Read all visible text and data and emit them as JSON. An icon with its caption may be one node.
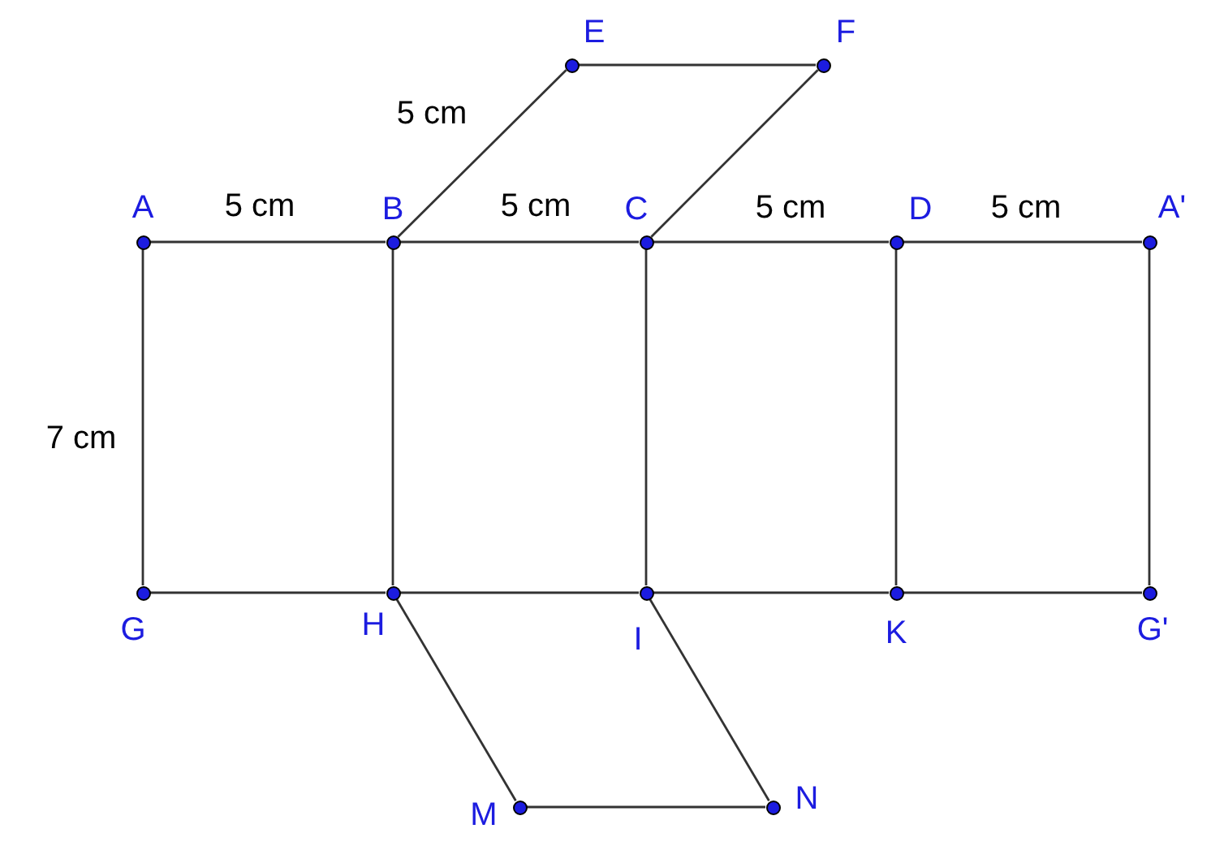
{
  "diagram": {
    "nodes": [
      {
        "text": [
          "A"
        ]
      },
      {
        "text": [
          "B"
        ]
      },
      {
        "text": [
          "C"
        ]
      },
      {
        "text": [
          "D"
        ]
      },
      {
        "text": [
          "A'"
        ]
      },
      {
        "text": [
          "E"
        ]
      },
      {
        "text": [
          "F"
        ]
      },
      {
        "text": [
          "G"
        ]
      },
      {
        "text": [
          "H"
        ]
      },
      {
        "text": [
          "I"
        ]
      },
      {
        "text": [
          "K"
        ]
      },
      {
        "text": [
          "G'"
        ]
      },
      {
        "text": [
          "M"
        ]
      },
      {
        "text": [
          "N"
        ]
      }
    ],
    "edges": [
      {
        "from": 0,
        "to": 1,
        "arrow": "none",
        "label": "5 cm"
      },
      {
        "from": 1,
        "to": 2,
        "arrow": "none",
        "label": "5 cm"
      },
      {
        "from": 2,
        "to": 3,
        "arrow": "none",
        "label": "5 cm"
      },
      {
        "from": 3,
        "to": 4,
        "arrow": "none",
        "label": "5 cm"
      },
      {
        "from": 1,
        "to": 5,
        "arrow": "none",
        "label": "5 cm"
      },
      {
        "from": 5,
        "to": 6,
        "arrow": "none"
      },
      {
        "from": 6,
        "to": 2,
        "arrow": "none"
      },
      {
        "from": 0,
        "to": 7,
        "arrow": "none",
        "label": "7 cm"
      },
      {
        "from": 1,
        "to": 8,
        "arrow": "none"
      },
      {
        "from": 2,
        "to": 9,
        "arrow": "none"
      },
      {
        "from": 3,
        "to": 10,
        "arrow": "none"
      },
      {
        "from": 4,
        "to": 11,
        "arrow": "none"
      },
      {
        "from": 7,
        "to": 8,
        "arrow": "none"
      },
      {
        "from": 8,
        "to": 9,
        "arrow": "none"
      },
      {
        "from": 9,
        "to": 10,
        "arrow": "none"
      },
      {
        "from": 10,
        "to": 11,
        "arrow": "none"
      },
      {
        "from": 8,
        "to": 12,
        "arrow": "none"
      },
      {
        "from": 12,
        "to": 13,
        "arrow": "none"
      },
      {
        "from": 13,
        "to": 9,
        "arrow": "none"
      }
    ]
  }
}
